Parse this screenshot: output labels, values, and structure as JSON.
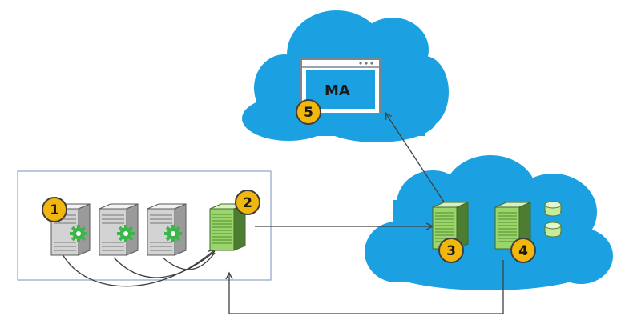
{
  "app_window": {
    "label": "MA",
    "badge": "5"
  },
  "servers": {
    "on_prem_source_badge": "1",
    "on_prem_relay_badge": "2",
    "cloud_server_a_badge": "3",
    "cloud_server_b_badge": "4"
  },
  "colors": {
    "cloud_fill": "#1ba1e2",
    "badge_fill": "#f2b70e",
    "badge_stroke": "#3f3f3f",
    "gray_server": "#c0c0c0",
    "green_server": "#9bd56a",
    "gear": "#3db54a",
    "arrow": "#404040",
    "frame": "#8ea4c8"
  },
  "icons": [
    "cloud-icon",
    "app-window-icon",
    "server-icon",
    "gear-icon",
    "database-icon"
  ]
}
